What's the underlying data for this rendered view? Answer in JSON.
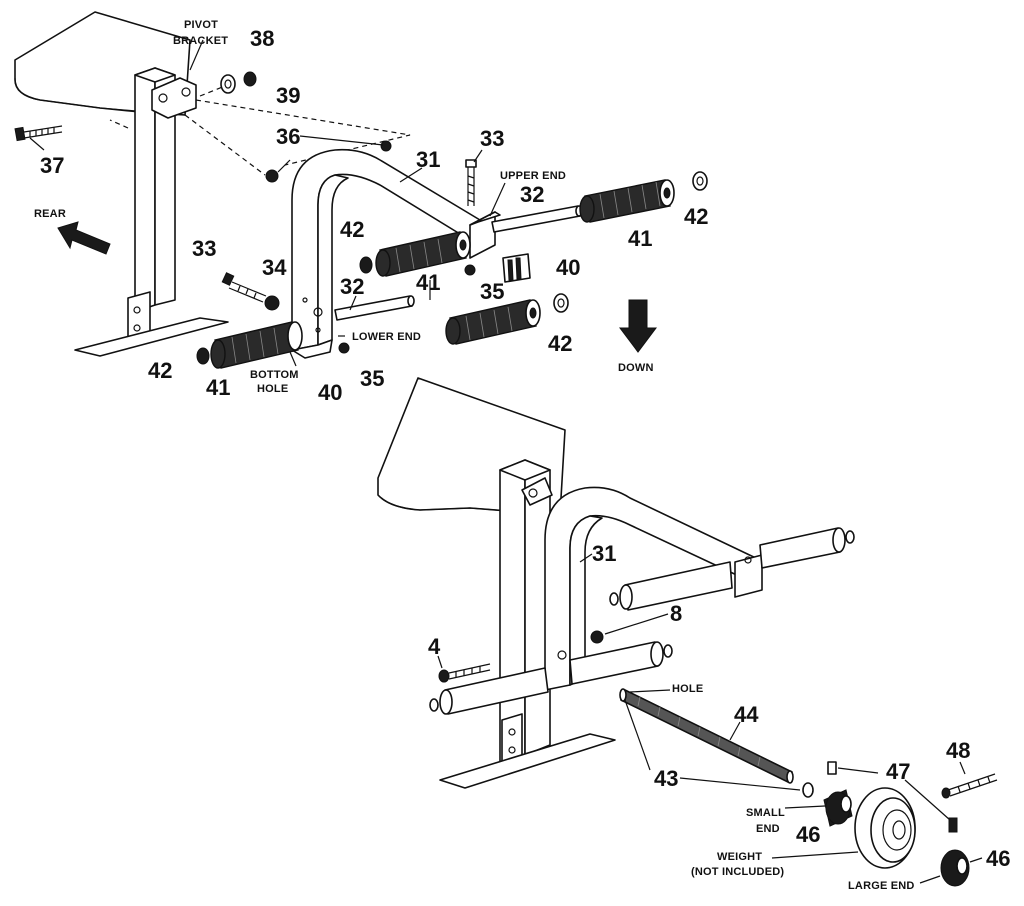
{
  "labels": {
    "pivot_bracket_1": "PIVOT",
    "pivot_bracket_2": "BRACKET",
    "rear": "REAR",
    "down": "DOWN",
    "upper_end": "UPPER END",
    "lower_end": "LOWER END",
    "bottom_hole_1": "BOTTOM",
    "bottom_hole_2": "HOLE",
    "hole": "HOLE",
    "small_end_1": "SMALL",
    "small_end_2": "END",
    "weight_1": "WEIGHT",
    "weight_2": "(NOT INCLUDED)",
    "large_end": "LARGE END"
  },
  "parts": {
    "p31": "31",
    "p32": "32",
    "p33": "33",
    "p34": "34",
    "p35": "35",
    "p36": "36",
    "p37": "37",
    "p38": "38",
    "p39": "39",
    "p40": "40",
    "p41": "41",
    "p42": "42",
    "p4": "4",
    "p8": "8",
    "p43": "43",
    "p44": "44",
    "p46": "46",
    "p47": "47",
    "p48": "48"
  }
}
